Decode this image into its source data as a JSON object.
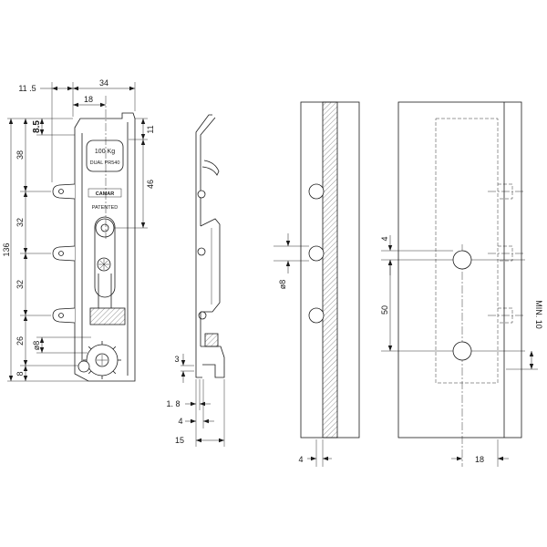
{
  "drawing": {
    "front_view": {
      "plate_text": {
        "capacity": "100 Kg",
        "model": "DUAL PR540",
        "brand": "CAMAR",
        "patent": "PATENTED"
      },
      "dimensions": {
        "hook_projection": "11 .5",
        "body_width": "34",
        "center_offset": "18",
        "top_offset": "8.5",
        "tab_height": "11",
        "disc_height": "46",
        "hook_pitch_1": "38",
        "hook_pitch_2": "32",
        "hook_pitch_3": "32",
        "lower_span": "26",
        "hole_diameter": "ø8",
        "bottom_margin": "8",
        "overall_height": "136"
      }
    },
    "side_view": {
      "dimensions": {
        "foot_height": "3",
        "plate_thickness": "1. 8",
        "body_depth": "4",
        "overall_depth": "15"
      }
    },
    "section_view": {
      "dimensions": {
        "hole_diameter": "ø8",
        "edge_distance": "4"
      }
    },
    "drilling_view": {
      "dimensions": {
        "hole_offset": "4",
        "hole_spacing": "50",
        "min_edge": "MIN. 10",
        "horizontal_offset": "18"
      }
    }
  },
  "colors": {
    "line": "#1a1a1a",
    "hatch": "#666666",
    "background": "#ffffff"
  }
}
